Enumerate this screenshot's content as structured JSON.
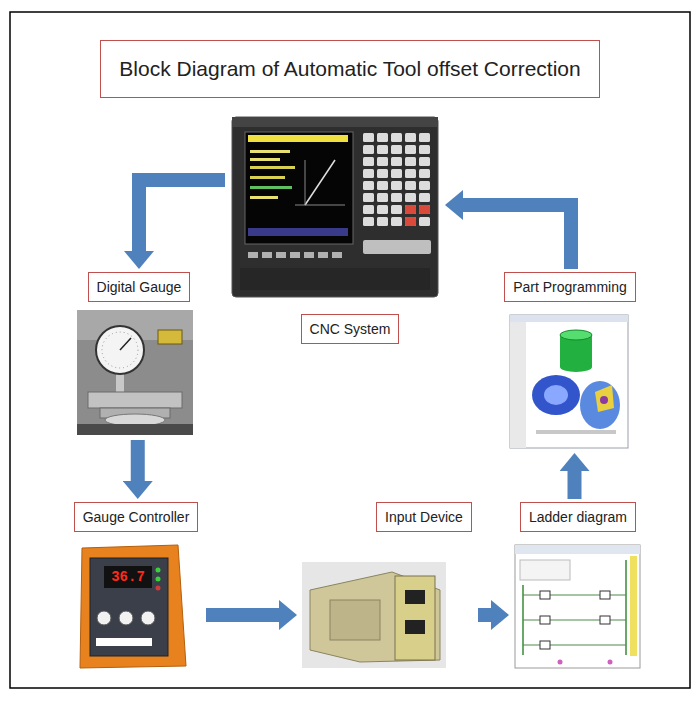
{
  "diagram": {
    "title": "Block Diagram of Automatic Tool offset Correction",
    "nodes": [
      {
        "text": [
          "CNC System"
        ]
      },
      {
        "text": [
          "Digital Gauge"
        ]
      },
      {
        "text": [
          "Gauge Controller"
        ]
      },
      {
        "text": [
          "Input Device"
        ]
      },
      {
        "text": [
          "Ladder diagram"
        ]
      },
      {
        "text": [
          "Part Programming"
        ]
      }
    ],
    "edges": [
      {
        "from": 0,
        "to": 1,
        "arrow": "to"
      },
      {
        "from": 1,
        "to": 2,
        "arrow": "to"
      },
      {
        "from": 2,
        "to": 3,
        "arrow": "to"
      },
      {
        "from": 3,
        "to": 4,
        "arrow": "to"
      },
      {
        "from": 4,
        "to": 5,
        "arrow": "to"
      },
      {
        "from": 5,
        "to": 0,
        "arrow": "to"
      }
    ],
    "labels": [
      "36.7"
    ]
  }
}
